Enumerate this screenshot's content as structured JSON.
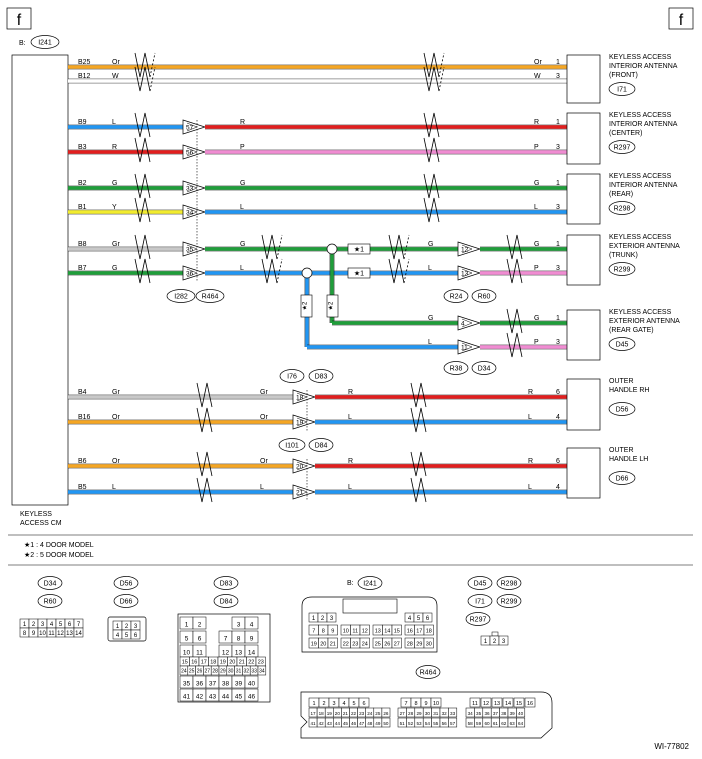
{
  "section_tag": "f",
  "module": {
    "connector_label": "B:",
    "connector_id": "I241",
    "name_line1": "KEYLESS",
    "name_line2": "ACCESS CM"
  },
  "wires": [
    {
      "pin": "B25",
      "color": "Or",
      "hex": "#F5A623",
      "seg1_color": "Or",
      "seg1_hex": "#F5A623",
      "end_color": "Or",
      "end_pin": "1",
      "joint": "",
      "conn": ""
    },
    {
      "pin": "B12",
      "color": "W",
      "hex": "#FFFFFF",
      "seg1_color": "W",
      "seg1_hex": "#FFFFFF",
      "end_color": "W",
      "end_pin": "3",
      "joint": "",
      "conn": ""
    },
    {
      "pin": "B9",
      "color": "L",
      "hex": "#2196F3",
      "seg1_color": "R",
      "seg1_hex": "#E21E1E",
      "end_color": "R",
      "end_pin": "1",
      "joint": "57",
      "conn": ""
    },
    {
      "pin": "B3",
      "color": "R",
      "hex": "#E21E1E",
      "seg1_color": "P",
      "seg1_hex": "#F08CD2",
      "end_color": "P",
      "end_pin": "3",
      "joint": "56",
      "conn": ""
    },
    {
      "pin": "B2",
      "color": "G",
      "hex": "#1F9E3A",
      "seg1_color": "G",
      "seg1_hex": "#1F9E3A",
      "end_color": "G",
      "end_pin": "1",
      "joint": "33",
      "conn": ""
    },
    {
      "pin": "B1",
      "color": "Y",
      "hex": "#F2EC2E",
      "seg1_color": "L",
      "seg1_hex": "#2196F3",
      "end_color": "L",
      "end_pin": "3",
      "joint": "34",
      "conn": ""
    },
    {
      "pin": "B8",
      "color": "Gr",
      "hex": "#C8C8C8",
      "seg1_color": "G",
      "seg1_hex": "#1F9E3A",
      "end_color": "G",
      "end_pin": "1",
      "joint": "35",
      "conn": "12",
      "seg2_color": "G"
    },
    {
      "pin": "B7",
      "color": "G",
      "hex": "#1F9E3A",
      "seg1_color": "L",
      "seg1_hex": "#2196F3",
      "end_color": "P",
      "end_pin": "3",
      "joint": "36",
      "conn": "13",
      "seg2_color": "L"
    }
  ],
  "branches": [
    {
      "color": "G",
      "hex": "#1F9E3A",
      "conn": "4",
      "end_color": "G",
      "end_pin": "1"
    },
    {
      "color": "L",
      "hex": "#2196F3",
      "conn": "11",
      "end_color": "P",
      "end_pin": "3"
    }
  ],
  "handles": [
    {
      "pin": "B4",
      "color": "Gr",
      "hex": "#C8C8C8",
      "mid_color": "Gr",
      "joint": "18",
      "out_color": "R",
      "out_hex": "#E21E1E",
      "end_color": "R",
      "end_pin": "6"
    },
    {
      "pin": "B16",
      "color": "Or",
      "hex": "#F5A623",
      "mid_color": "Or",
      "joint": "19",
      "out_color": "L",
      "out_hex": "#2196F3",
      "end_color": "L",
      "end_pin": "4"
    },
    {
      "pin": "B6",
      "color": "Or",
      "hex": "#F5A623",
      "mid_color": "Or",
      "joint": "20",
      "out_color": "R",
      "out_hex": "#E21E1E",
      "end_color": "R",
      "end_pin": "6"
    },
    {
      "pin": "B5",
      "color": "L",
      "hex": "#2196F3",
      "mid_color": "L",
      "joint": "21",
      "out_color": "L",
      "out_hex": "#2196F3",
      "end_color": "L",
      "end_pin": "4"
    }
  ],
  "devices": [
    {
      "line1": "KEYLESS ACCESS",
      "line2": "INTERIOR ANTENNA",
      "line3": "(FRONT)",
      "id": "I71"
    },
    {
      "line1": "KEYLESS ACCESS",
      "line2": "INTERIOR ANTENNA",
      "line3": "(CENTER)",
      "id": "R297"
    },
    {
      "line1": "KEYLESS ACCESS",
      "line2": "INTERIOR ANTENNA",
      "line3": "(REAR)",
      "id": "R298"
    },
    {
      "line1": "KEYLESS ACCESS",
      "line2": "EXTERIOR ANTENNA",
      "line3": "(TRUNK)",
      "id": "R299"
    },
    {
      "line1": "KEYLESS ACCESS",
      "line2": "EXTERIOR ANTENNA",
      "line3": "(REAR GATE)",
      "id": "D45"
    },
    {
      "line1": "OUTER",
      "line2": "HANDLE RH",
      "line3": "",
      "id": "D56"
    },
    {
      "line1": "OUTER",
      "line2": "HANDLE LH",
      "line3": "",
      "id": "D66"
    }
  ],
  "refs": {
    "i282": "I282",
    "r464": "R464",
    "r24": "R24",
    "r60": "R60",
    "r38": "R38",
    "d34": "D34",
    "i76": "I76",
    "d83": "D83",
    "i101": "I101",
    "d84": "D84"
  },
  "notes": {
    "star1": "★1",
    "star2": "★2",
    "note1": "★1   : 4 DOOR MODEL",
    "note2": "★2   : 5 DOOR MODEL"
  },
  "connectors": {
    "d34": "D34",
    "r60": "R60",
    "d56": "D56",
    "d66": "D66",
    "d83": "D83",
    "d84": "D84",
    "b_label": "B:",
    "i241": "I241",
    "d45": "D45",
    "r298": "R298",
    "i71": "I71",
    "r299": "R299",
    "r297": "R297",
    "r464": "R464",
    "d34_rows": [
      [
        "1",
        "2",
        "3",
        "4",
        "5",
        "6",
        "7"
      ],
      [
        "8",
        "9",
        "10",
        "11",
        "12",
        "13",
        "14"
      ]
    ],
    "d56_rows": [
      [
        "1",
        "2",
        "3"
      ],
      [
        "4",
        "5",
        "6"
      ]
    ],
    "d83_grid": [
      [
        "1",
        "2",
        "",
        "",
        "3",
        "4"
      ],
      [
        "5",
        "6",
        "",
        "7",
        "8",
        "9"
      ],
      [
        "10",
        "11",
        "",
        "12",
        "13",
        "14"
      ],
      [
        "15",
        "16",
        "17",
        "18",
        "19",
        "20",
        "21",
        "22",
        "23"
      ],
      [
        "24",
        "25",
        "26",
        "27",
        "28",
        "29",
        "30",
        "31",
        "32",
        "33",
        "34"
      ],
      [
        "35",
        "36",
        "37",
        "38",
        "39",
        "40"
      ],
      [
        "41",
        "42",
        "43",
        "44",
        "45",
        "46"
      ]
    ],
    "i241_rows": [
      [
        "1",
        "2",
        "3",
        "",
        "",
        "4",
        "5",
        "6"
      ],
      [
        "7",
        "8",
        "9",
        "10",
        "11",
        "12",
        "13",
        "14",
        "15",
        "16",
        "17",
        "18"
      ],
      [
        "19",
        "20",
        "21",
        "22",
        "23",
        "24",
        "25",
        "26",
        "27",
        "28",
        "29",
        "30"
      ]
    ],
    "small3": [
      "1",
      "2",
      "3"
    ],
    "r464_rows": [
      [
        "1",
        "2",
        "3",
        "4",
        "5",
        "6",
        "",
        "7",
        "8",
        "9",
        "10",
        "",
        "11",
        "12",
        "13",
        "14",
        "15",
        "16"
      ],
      [
        "17",
        "18",
        "19",
        "20",
        "21",
        "22",
        "23",
        "24",
        "25",
        "26",
        "27",
        "28",
        "29",
        "30",
        "31",
        "32",
        "33",
        "34",
        "35",
        "36",
        "37",
        "38",
        "39",
        "40"
      ],
      [
        "41",
        "42",
        "43",
        "44",
        "45",
        "46",
        "47",
        "48",
        "49",
        "50",
        "51",
        "52",
        "53",
        "54",
        "55",
        "56",
        "57",
        "58",
        "59",
        "60",
        "61",
        "62",
        "63",
        "64"
      ]
    ]
  },
  "figure_code": "WI-77802"
}
